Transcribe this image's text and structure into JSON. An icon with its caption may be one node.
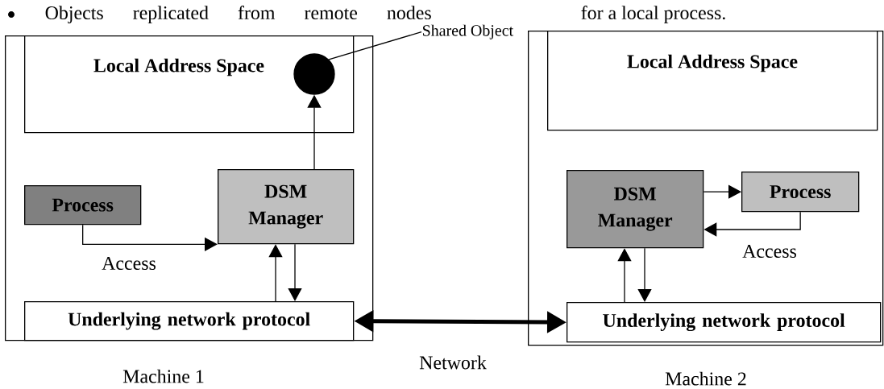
{
  "diagram": {
    "nodes": [
      {
        "text": [
          "Machine 1"
        ]
      },
      {
        "text": [
          "Local Address Space"
        ],
        "in": 0
      },
      {
        "text": [],
        "shape": "circle",
        "in": 1
      },
      {
        "text": [
          "Shared Object"
        ]
      },
      {
        "text": [
          "Process"
        ],
        "in": 0
      },
      {
        "text": [
          "DSM Manager"
        ],
        "in": 0
      },
      {
        "text": [
          "Underlying network protocol"
        ],
        "in": 0
      },
      {
        "text": [
          "Machine 2"
        ]
      },
      {
        "text": [
          "Local Address Space"
        ],
        "in": 7
      },
      {
        "text": [
          "DSM Manager"
        ],
        "in": 7
      },
      {
        "text": [
          "Process"
        ],
        "in": 7
      },
      {
        "text": [
          "Underlying network protocol"
        ],
        "in": 7
      }
    ],
    "edges": [
      {
        "from": 5,
        "to": 2,
        "arrow": "to"
      },
      {
        "from": 4,
        "to": 5,
        "arrow": "to",
        "label": "Access"
      },
      {
        "from": 6,
        "to": 5,
        "arrow": "to"
      },
      {
        "from": 5,
        "to": 6,
        "arrow": "to"
      },
      {
        "from": 6,
        "to": 11,
        "arrow": "both",
        "style": "thick",
        "label": "Network"
      },
      {
        "from": 3,
        "to": 2,
        "arrow": "none"
      },
      {
        "from": 9,
        "to": 10,
        "arrow": "to"
      },
      {
        "from": 10,
        "to": 9,
        "arrow": "to",
        "label": "Access"
      },
      {
        "from": 11,
        "to": 9,
        "arrow": "to"
      },
      {
        "from": 9,
        "to": 11,
        "arrow": "to"
      }
    ],
    "labels": [
      "Objects replicated from remote nodes",
      "for a local process."
    ]
  }
}
